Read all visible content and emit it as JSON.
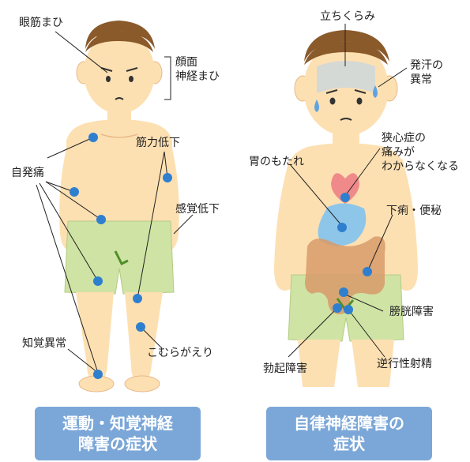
{
  "left": {
    "labels": {
      "eye": "眼筋まひ",
      "face": "顔面\n神経まひ",
      "muscle": "筋力低下",
      "pain": "自発痛",
      "sense_low": "感覚低下",
      "sense_abn": "知覚異常",
      "cramp": "こむらがえり"
    },
    "title_line1": "運動・知覚神経",
    "title_line2": "障害の症状"
  },
  "right": {
    "labels": {
      "dizzy": "立ちくらみ",
      "sweat": "発汗の\n異常",
      "angina": "狭心症の\n痛みが\nわからなくなる",
      "stomach": "胃のもたれ",
      "diarrhea": "下痢・便秘",
      "bladder": "膀胱障害",
      "ed": "勃起障害",
      "retro": "逆行性射精"
    },
    "title_line1": "自律神経障害の",
    "title_line2": "症状"
  },
  "colors": {
    "skin": "#fde0b2",
    "hair": "#8a5a2b",
    "shorts": "#cfe3a4",
    "dot": "#2f7fcf",
    "title_bg": "#7ba7d8"
  }
}
